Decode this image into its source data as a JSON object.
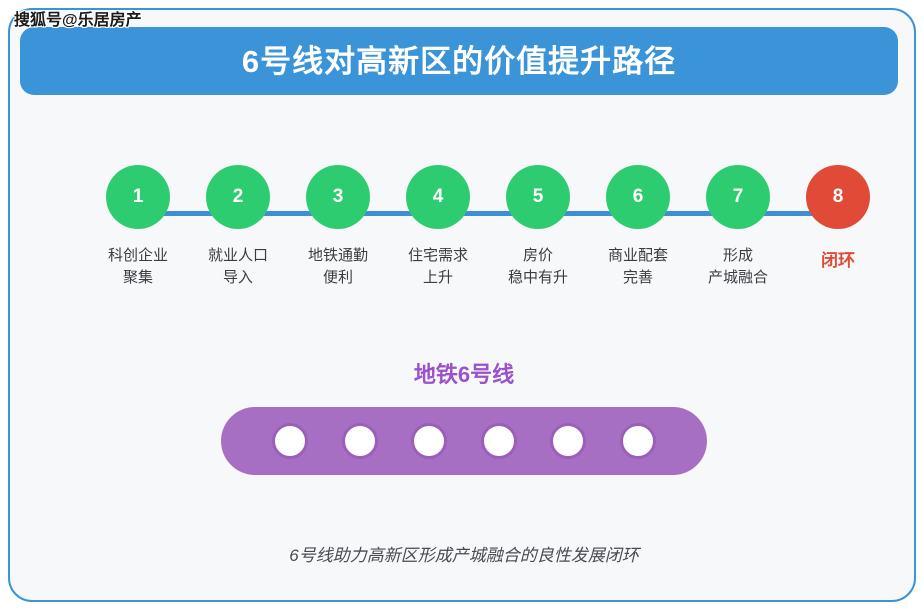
{
  "watermark": {
    "text": "搜狐号@乐居房产"
  },
  "header": {
    "title": "6号线对高新区的价值提升路径",
    "bar_color": "#3c94d8",
    "title_color": "#ffffff"
  },
  "flow": {
    "connector_color": "#3f8fd8",
    "step_color": "#2ecc71",
    "final_color": "#e04a37",
    "steps": [
      {
        "number": "1",
        "label": "科创企业\n聚集",
        "final": false
      },
      {
        "number": "2",
        "label": "就业人口\n导入",
        "final": false
      },
      {
        "number": "3",
        "label": "地铁通勤\n便利",
        "final": false
      },
      {
        "number": "4",
        "label": "住宅需求\n上升",
        "final": false
      },
      {
        "number": "5",
        "label": "房价\n稳中有升",
        "final": false
      },
      {
        "number": "6",
        "label": "商业配套\n完善",
        "final": false
      },
      {
        "number": "7",
        "label": "形成\n产城融合",
        "final": false
      },
      {
        "number": "8",
        "label": "闭环",
        "final": true
      }
    ]
  },
  "metro": {
    "title": "地铁6号线",
    "title_color": "#9b51c9",
    "bar_color": "#a76fc4",
    "station_count": 6,
    "stations": [
      "station-1",
      "station-2",
      "station-3",
      "station-4",
      "station-5",
      "station-6"
    ]
  },
  "caption": {
    "text": "6号线助力高新区形成产城融合的良性发展闭环"
  }
}
